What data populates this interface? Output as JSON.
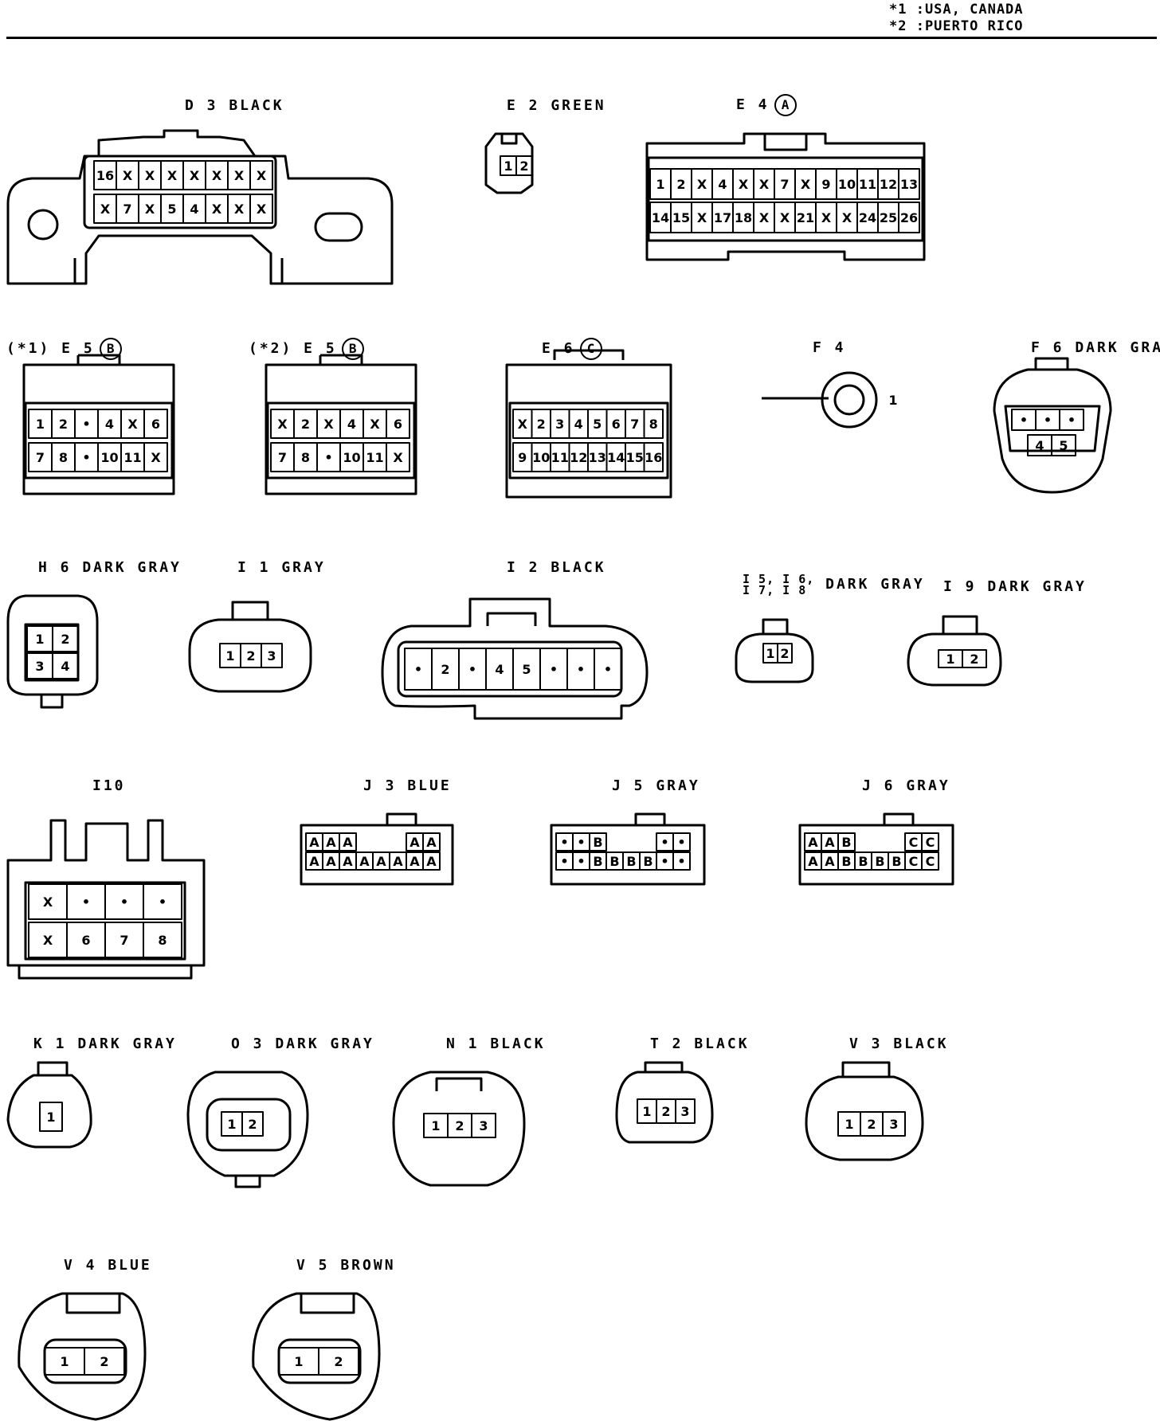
{
  "notes": {
    "line1": "*1 :USA, CANADA",
    "line2": "*2 :PUERTO RICO"
  },
  "connectors": [
    {
      "id": "D3",
      "label": "D 3 BLACK",
      "rows": [
        [
          "16",
          "X",
          "X",
          "X",
          "X",
          "X",
          "X",
          "X"
        ],
        [
          "X",
          "7",
          "X",
          "5",
          "4",
          "X",
          "X",
          "X"
        ]
      ]
    },
    {
      "id": "E2",
      "label": "E 2 GREEN",
      "rows": [
        [
          "1",
          "2"
        ]
      ]
    },
    {
      "id": "E4",
      "label": "E 4",
      "circle": "A",
      "rows": [
        [
          "1",
          "2",
          "X",
          "4",
          "X",
          "X",
          "7",
          "X",
          "9",
          "10",
          "11",
          "12",
          "13"
        ],
        [
          "14",
          "15",
          "X",
          "17",
          "18",
          "X",
          "X",
          "21",
          "X",
          "X",
          "24",
          "25",
          "26"
        ]
      ]
    },
    {
      "id": "E5a",
      "label": "(*1) E 5",
      "circle": "B",
      "rows": [
        [
          "1",
          "2",
          "•",
          "4",
          "X",
          "6"
        ],
        [
          "7",
          "8",
          "•",
          "10",
          "11",
          "X"
        ]
      ]
    },
    {
      "id": "E5b",
      "label": "(*2) E 5",
      "circle": "B",
      "rows": [
        [
          "X",
          "2",
          "X",
          "4",
          "X",
          "6"
        ],
        [
          "7",
          "8",
          "•",
          "10",
          "11",
          "X"
        ]
      ]
    },
    {
      "id": "E6",
      "label": "E 6",
      "circle": "C",
      "rows": [
        [
          "X",
          "2",
          "3",
          "4",
          "5",
          "6",
          "7",
          "8"
        ],
        [
          "9",
          "10",
          "11",
          "12",
          "13",
          "14",
          "15",
          "16"
        ]
      ]
    },
    {
      "id": "F4",
      "label": "F 4",
      "rows": [
        [
          "1"
        ]
      ]
    },
    {
      "id": "F6",
      "label": "F 6 DARK GRAY",
      "rows": [
        [
          "•",
          "•",
          "•"
        ],
        [
          "4",
          "5"
        ]
      ]
    },
    {
      "id": "H6",
      "label": "H 6 DARK GRAY",
      "rows": [
        [
          "1",
          "2"
        ],
        [
          "3",
          "4"
        ]
      ]
    },
    {
      "id": "I1",
      "label": "I 1 GRAY",
      "rows": [
        [
          "1",
          "2",
          "3"
        ]
      ]
    },
    {
      "id": "I2",
      "label": "I 2 BLACK",
      "rows": [
        [
          "•",
          "2",
          "•",
          "4",
          "5",
          "•",
          "•",
          "•"
        ]
      ]
    },
    {
      "id": "I5",
      "label": "DARK GRAY",
      "stack_top": "I 5, I 6,",
      "stack_bottom": "I 7, I 8",
      "rows": [
        [
          "1",
          "2"
        ]
      ]
    },
    {
      "id": "I9",
      "label": "I 9 DARK GRAY",
      "rows": [
        [
          "1",
          "2"
        ]
      ]
    },
    {
      "id": "I10",
      "label": "I10",
      "rows": [
        [
          "X",
          "•",
          "•",
          "•"
        ],
        [
          "X",
          "6",
          "7",
          "8"
        ]
      ]
    },
    {
      "id": "J3",
      "label": "J 3 BLUE",
      "rows": [
        [
          "A",
          "A",
          "A",
          "",
          "",
          "",
          "A",
          "A"
        ],
        [
          "A",
          "A",
          "A",
          "A",
          "A",
          "A",
          "A",
          "A"
        ]
      ]
    },
    {
      "id": "J5",
      "label": "J 5 GRAY",
      "rows": [
        [
          "•",
          "•",
          "B",
          "",
          "",
          "",
          "•",
          "•"
        ],
        [
          "•",
          "•",
          "B",
          "B",
          "B",
          "B",
          "•",
          "•"
        ]
      ]
    },
    {
      "id": "J6",
      "label": "J 6 GRAY",
      "rows": [
        [
          "A",
          "A",
          "B",
          "",
          "",
          "",
          "C",
          "C"
        ],
        [
          "A",
          "A",
          "B",
          "B",
          "B",
          "B",
          "C",
          "C"
        ]
      ]
    },
    {
      "id": "K1",
      "label": "K 1 DARK GRAY",
      "rows": [
        [
          "1"
        ]
      ]
    },
    {
      "id": "O3",
      "label": "O 3 DARK GRAY",
      "rows": [
        [
          "1",
          "2"
        ]
      ]
    },
    {
      "id": "N1",
      "label": "N 1 BLACK",
      "rows": [
        [
          "1",
          "2",
          "3"
        ]
      ]
    },
    {
      "id": "T2",
      "label": "T 2 BLACK",
      "rows": [
        [
          "1",
          "2",
          "3"
        ]
      ]
    },
    {
      "id": "V3",
      "label": "V 3 BLACK",
      "rows": [
        [
          "1",
          "2",
          "3"
        ]
      ]
    },
    {
      "id": "V4",
      "label": "V 4 BLUE",
      "rows": [
        [
          "1",
          "2"
        ]
      ]
    },
    {
      "id": "V5",
      "label": "V 5 BROWN",
      "rows": [
        [
          "1",
          "2"
        ]
      ]
    }
  ]
}
